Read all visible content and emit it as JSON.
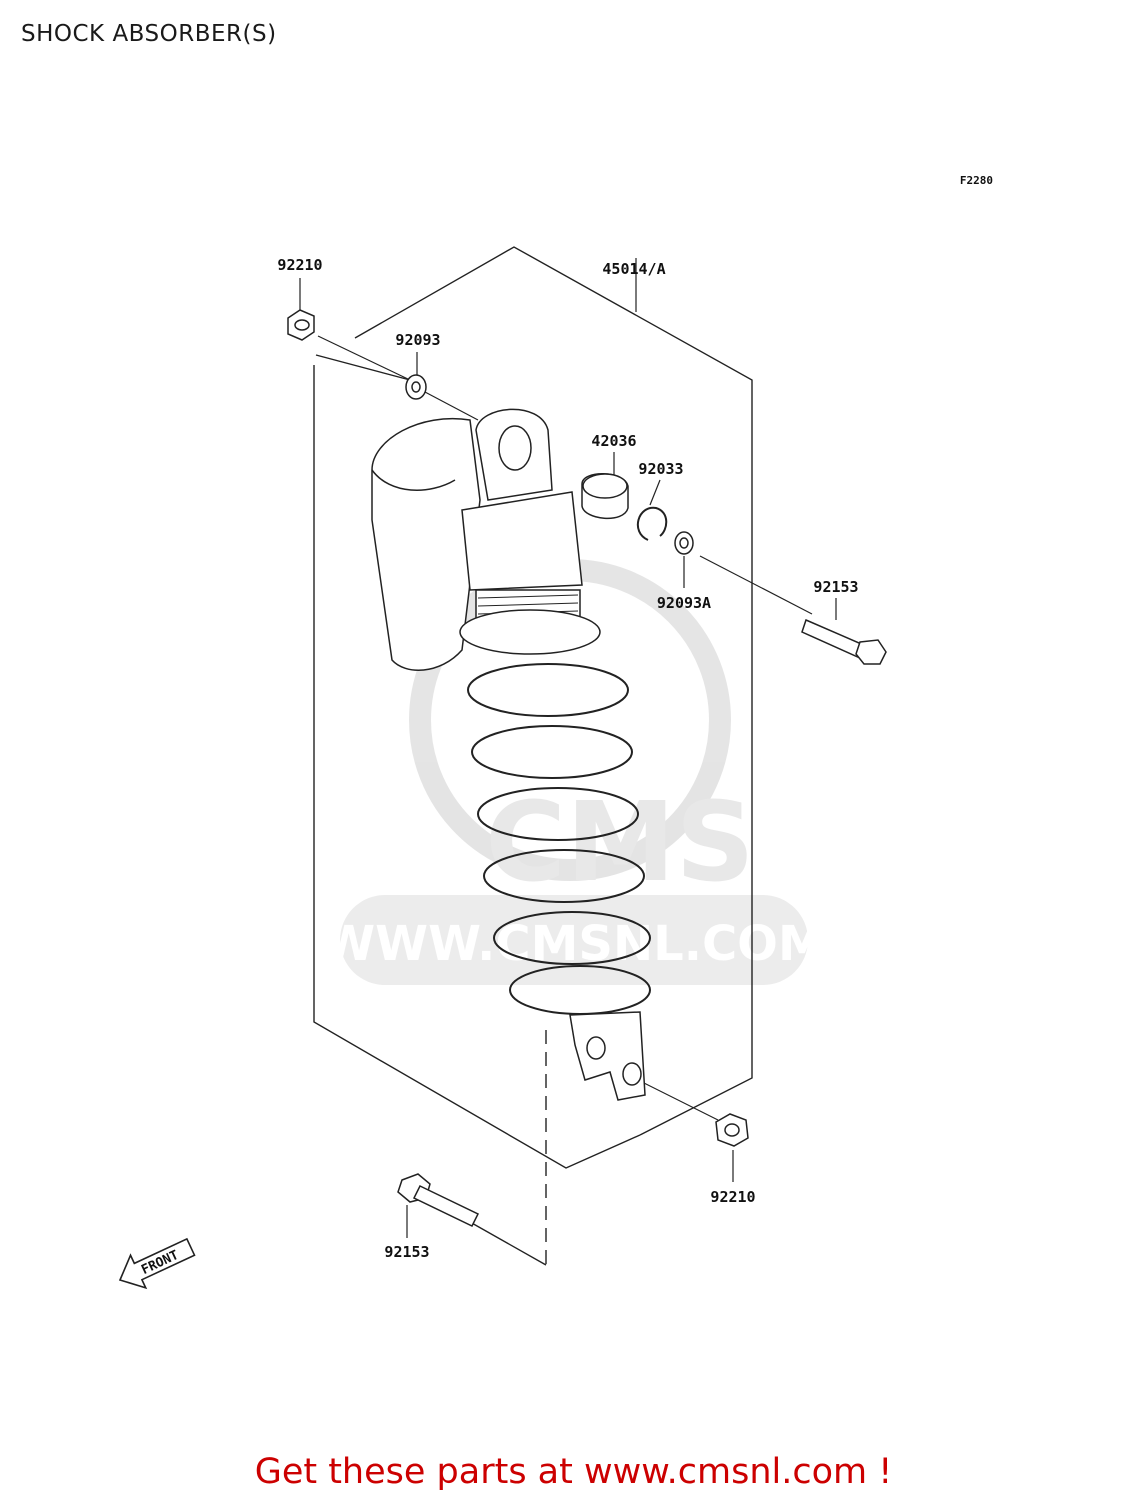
{
  "title": "SHOCK ABSORBER(S)",
  "figure_code": "F2280",
  "parts": [
    {
      "id": "top-nut",
      "number": "92210"
    },
    {
      "id": "top-washer",
      "number": "92093"
    },
    {
      "id": "shock-assembly",
      "number": "45014/A"
    },
    {
      "id": "bushing",
      "number": "42036"
    },
    {
      "id": "circlip",
      "number": "92033"
    },
    {
      "id": "washer-a",
      "number": "92093A"
    },
    {
      "id": "upper-bolt",
      "number": "92153"
    },
    {
      "id": "lower-nut",
      "number": "92210"
    },
    {
      "id": "lower-bolt",
      "number": "92153"
    }
  ],
  "front_label": "FRONT",
  "watermark": {
    "brand": "CMS",
    "url": "WWW.CMSNL.COM"
  },
  "cta": {
    "text": "Get these parts at www.cmsnl.com !",
    "color": "#cc0000"
  }
}
